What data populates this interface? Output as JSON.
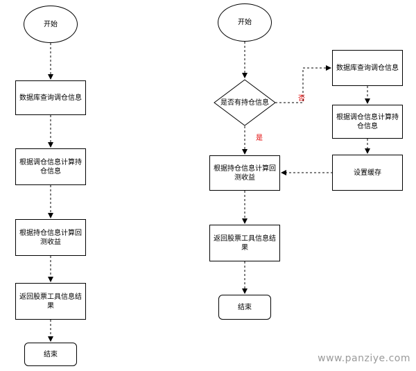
{
  "left_flow": {
    "start": "开始",
    "step1": "数据库查询调仓信息",
    "step2": "根据调仓信息计算持仓信息",
    "step3": "根据持仓信息计算回测收益",
    "step4": "返回股票工具信息结果",
    "end": "结束"
  },
  "right_flow": {
    "start": "开始",
    "decision": "是否有持仓信息",
    "yes_label": "是",
    "no_label": "否",
    "calc_return": "根据持仓信息计算回测收益",
    "return_result": "返回股票工具信息结果",
    "end": "结束",
    "db_query": "数据库查询调仓信息",
    "calc_position": "根据调仓信息计算持仓信息",
    "set_cache": "设置缓存"
  },
  "watermark": "www.panziye.com"
}
